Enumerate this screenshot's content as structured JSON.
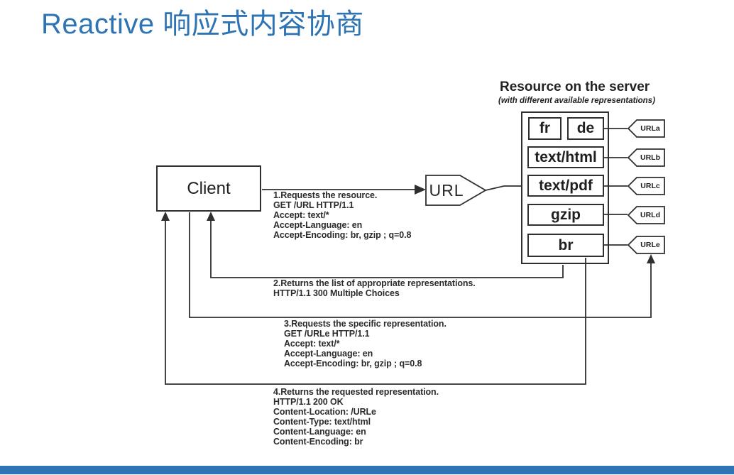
{
  "page": {
    "title": "Reactive 响应式内容协商",
    "title_color": "#2E74B5",
    "footer_bar_color": "#2E75B6",
    "background": "#FFFFFF"
  },
  "diagram": {
    "ink_color": "#2F2F2F",
    "client": {
      "label": "Client"
    },
    "url_sign": {
      "label": "URL"
    },
    "server": {
      "title": "Resource on the server",
      "subtitle": "(with different available representations)",
      "rows": [
        {
          "cells": [
            "fr",
            "de"
          ],
          "tag": "URLa"
        },
        {
          "cells": [
            "text/html"
          ],
          "tag": "URLb"
        },
        {
          "cells": [
            "text/pdf"
          ],
          "tag": "URLc"
        },
        {
          "cells": [
            "gzip"
          ],
          "tag": "URLd"
        },
        {
          "cells": [
            "br"
          ],
          "tag": "URLe"
        }
      ]
    },
    "messages": [
      {
        "title": "1.Requests the resource.",
        "lines": [
          "GET /URL HTTP/1.1",
          "Accept: text/*",
          "Accept-Language: en",
          "Accept-Encoding: br, gzip ; q=0.8"
        ]
      },
      {
        "title": "2.Returns the list of appropriate representations.",
        "lines": [
          "HTTP/1.1 300 Multiple Choices"
        ]
      },
      {
        "title": "3.Requests the specific representation.",
        "lines": [
          "GET /URLe HTTP/1.1",
          "Accept: text/*",
          "Accept-Language: en",
          "Accept-Encoding: br, gzip ; q=0.8"
        ]
      },
      {
        "title": "4.Returns the requested representation.",
        "lines": [
          "HTTP/1.1 200 OK",
          "Content-Location: /URLe",
          "Content-Type: text/html",
          "Content-Language: en",
          "Content-Encoding: br"
        ]
      }
    ]
  }
}
